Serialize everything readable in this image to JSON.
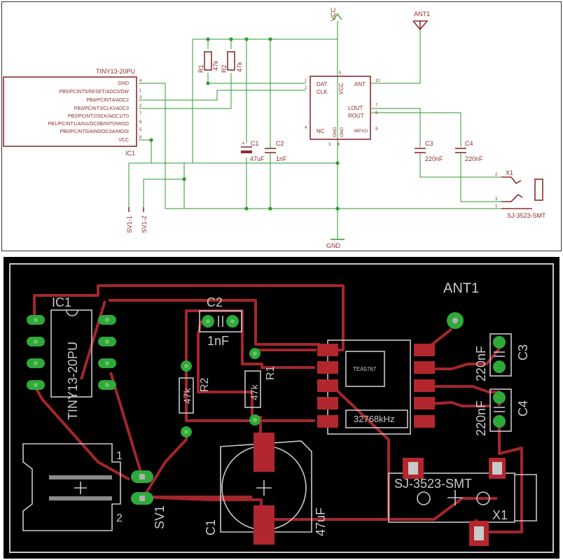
{
  "schematic": {
    "ic": {
      "name": "TINY13-20PU",
      "ref": "IC1",
      "pins": [
        {
          "label": "GND",
          "num": "4"
        },
        {
          "label": "PB5/PCINT5/RESET/ADC0/DW",
          "num": "1"
        },
        {
          "label": "PB4/PCINT4/ADC2",
          "num": "3"
        },
        {
          "label": "PB3/PCINT3/CLKI/ADC3",
          "num": "2"
        },
        {
          "label": "PB2/PCINT2/SCK/ADC1/T0",
          "num": "7"
        },
        {
          "label": "PB1/PCINT1/AIN1/OC0B/INT0/MISO",
          "num": "6"
        },
        {
          "label": "PB0/PCINT0/AIN0/OC0A/MOSI",
          "num": "5"
        },
        {
          "label": "VCC",
          "num": "8"
        }
      ]
    },
    "radio": {
      "pins_left": [
        {
          "label": "DAT",
          "num": "1"
        },
        {
          "label": "CLK",
          "num": "2"
        },
        {
          "label": "NC",
          "num": "4"
        }
      ],
      "vcc": {
        "label": "VCC",
        "num": "5"
      },
      "ant": {
        "label": "ANT",
        "num": "10"
      },
      "lout": {
        "label": "LOUT",
        "num": "7"
      },
      "rout": {
        "label": "ROUT",
        "num": "8"
      },
      "mpxo": {
        "label": "MPXO",
        "num": "9"
      },
      "gnd_labels": [
        "GND",
        "GND"
      ],
      "gnd_nums": [
        "3",
        "6"
      ]
    },
    "power": {
      "vcc": "VCC",
      "gnd": "GND",
      "antenna": "ANT1"
    },
    "resistors": [
      {
        "ref": "R1",
        "value": "47k"
      },
      {
        "ref": "R2",
        "value": "47k"
      }
    ],
    "capacitors": [
      {
        "ref": "C1",
        "value": "47uF"
      },
      {
        "ref": "C2",
        "value": "1nF"
      },
      {
        "ref": "C3",
        "value": "220nF"
      },
      {
        "ref": "C4",
        "value": "220nF"
      }
    ],
    "jack": {
      "ref": "X1",
      "part": "SJ-3523-SMT",
      "pins": [
        "2",
        "3",
        "1"
      ]
    },
    "header": {
      "pins": [
        "SV1-1",
        "SV1-2"
      ]
    }
  },
  "board": {
    "ic": {
      "ref": "IC1",
      "part": "TINY13-20PU"
    },
    "c2": {
      "ref": "C2",
      "value": "1nF"
    },
    "r1": {
      "ref": "R1",
      "value": "47k"
    },
    "r2": {
      "ref": "R2",
      "value": "47k"
    },
    "module": {
      "chip": "TEA5767",
      "crystal": "32768kHz"
    },
    "antenna": "ANT1",
    "c3": {
      "ref": "C3",
      "value": "220nF"
    },
    "c4": {
      "ref": "C4",
      "value": "220nF"
    },
    "header": {
      "ref": "SV1",
      "pin1": "1",
      "pin2": "2"
    },
    "c1": {
      "ref": "C1",
      "value": "47uF"
    },
    "jack": {
      "ref": "X1",
      "part": "SJ-3523-SMT"
    }
  },
  "colors": {
    "net": "#2e9a2e",
    "part": "#8b2d2d",
    "board_bg": "#000000",
    "trace": "#a3262c",
    "silk": "#c9c9c9",
    "pad": "#2faa3a"
  }
}
